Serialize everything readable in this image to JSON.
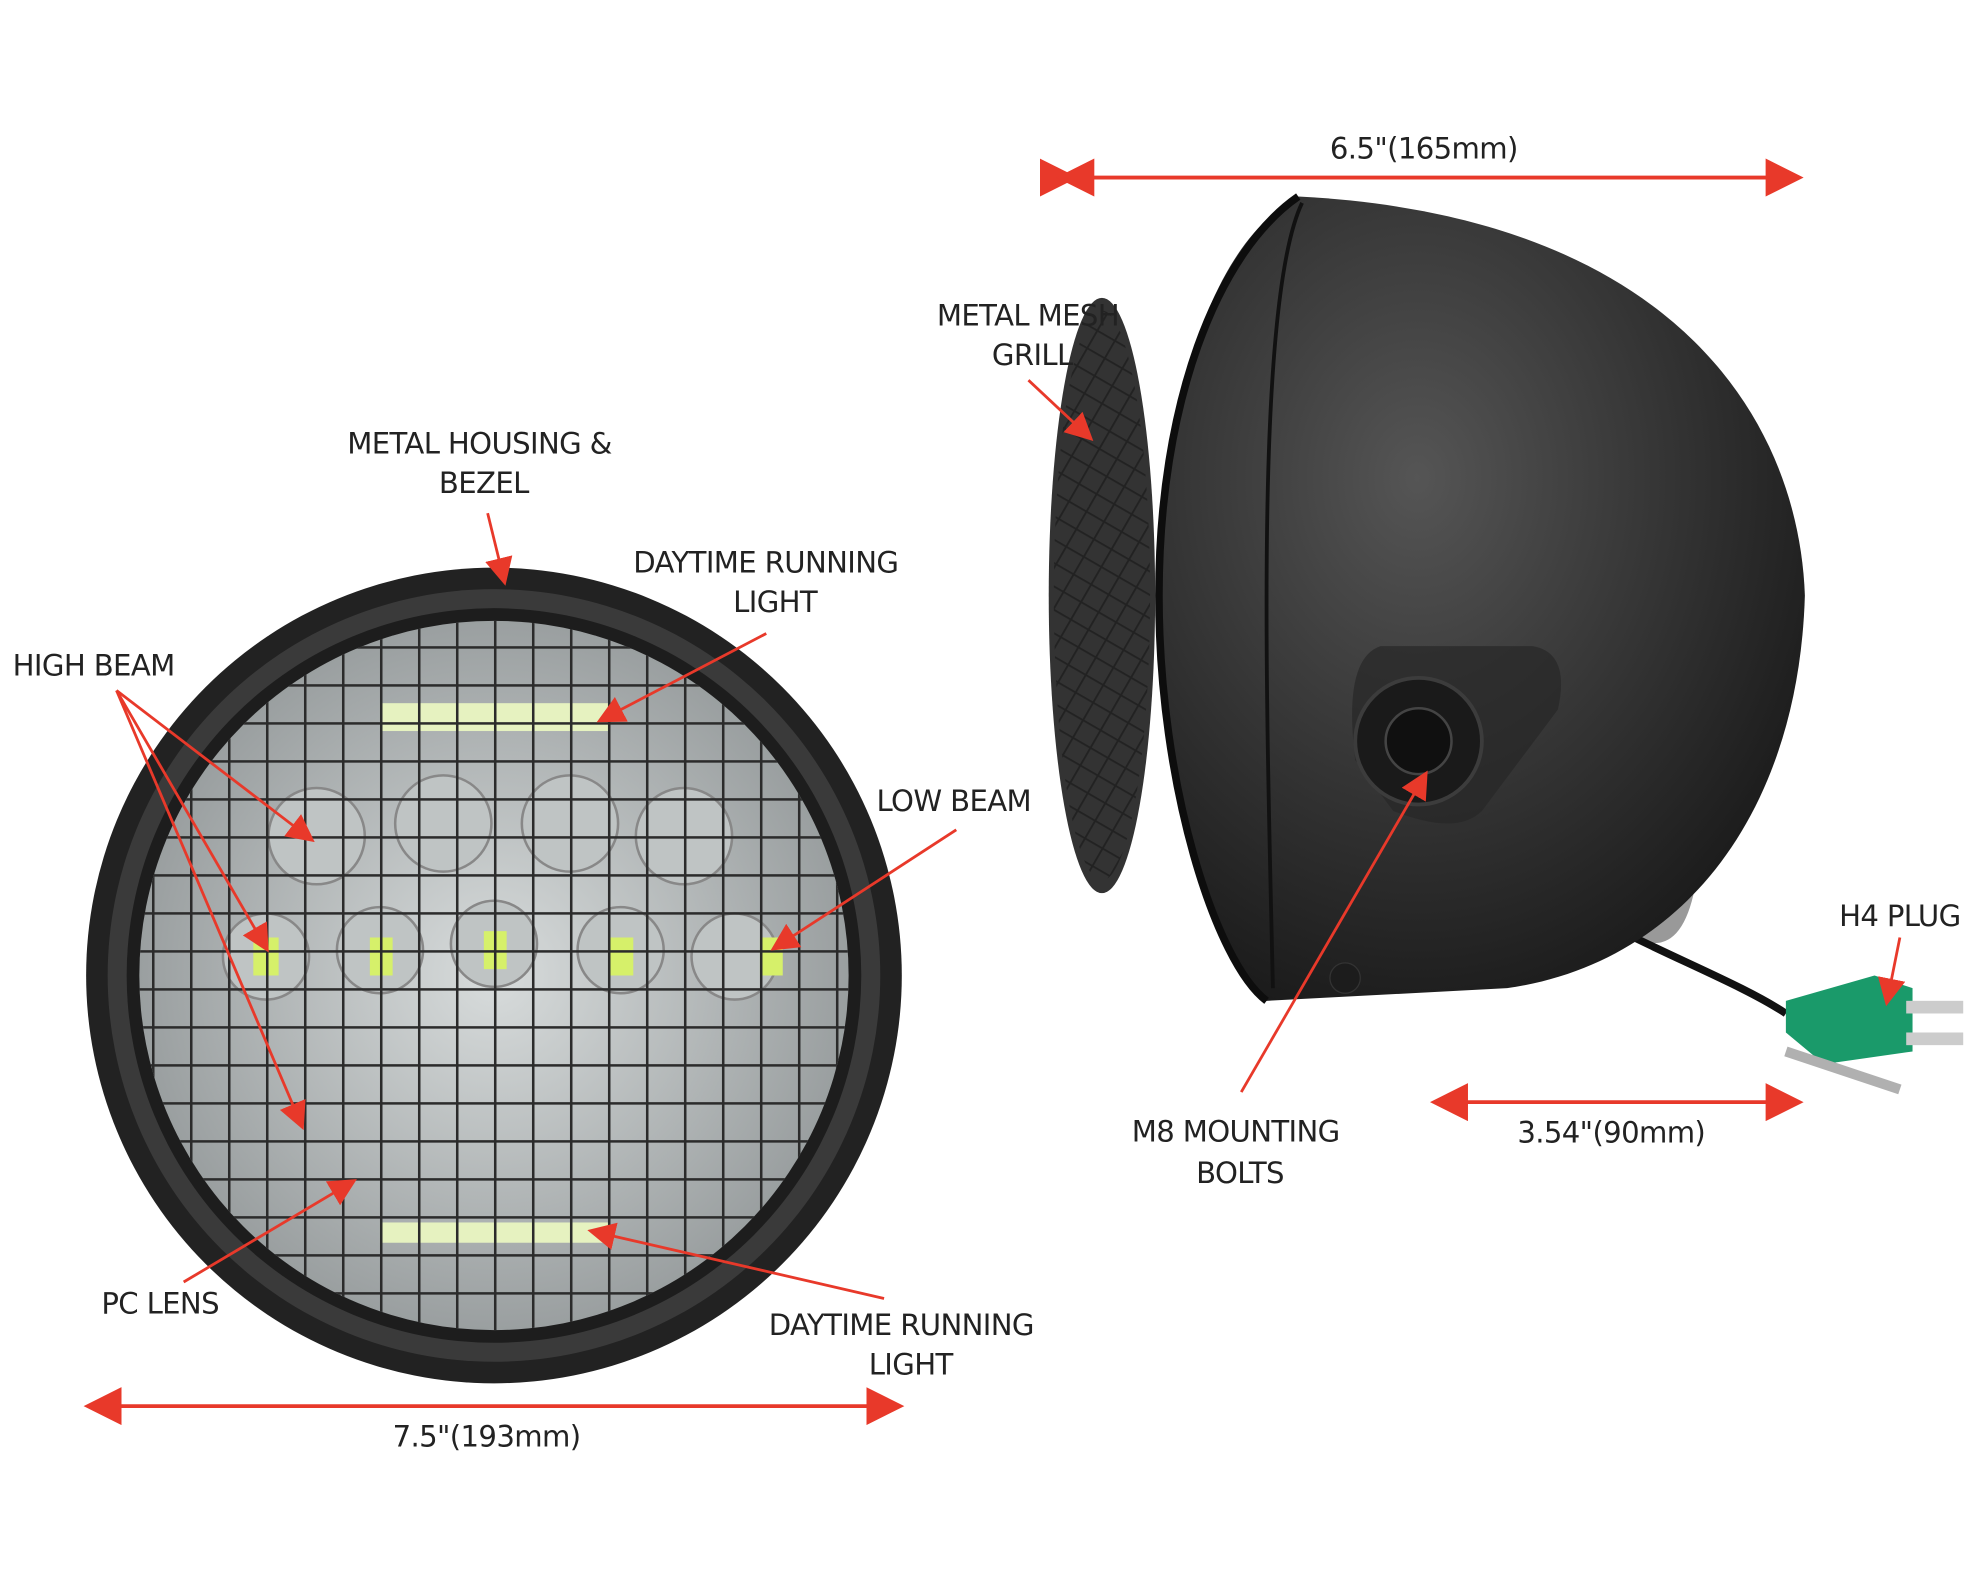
{
  "labels": {
    "metal_housing": [
      "METAL HOUSING &",
      "BEZEL"
    ],
    "drl_top": [
      "DAYTIME RUNNING",
      "LIGHT"
    ],
    "high_beam": "HIGH BEAM",
    "low_beam": "LOW BEAM",
    "pc_lens": "PC LENS",
    "drl_bottom": [
      "DAYTIME RUNNING",
      "LIGHT"
    ],
    "metal_mesh": [
      "METAL MESH",
      "GRILL"
    ],
    "m8_bolts": [
      "M8 MOUNTING",
      "BOLTS"
    ],
    "h4_plug": "H4 PLUG"
  },
  "dimensions": {
    "front_diameter": "7.5\"(193mm)",
    "side_width": "6.5\"(165mm)",
    "side_depth": "3.54\"(90mm)"
  },
  "colors": {
    "arrow": "#e8392a",
    "housing": "#2a2a2a",
    "plug": "#1a9a6a"
  }
}
